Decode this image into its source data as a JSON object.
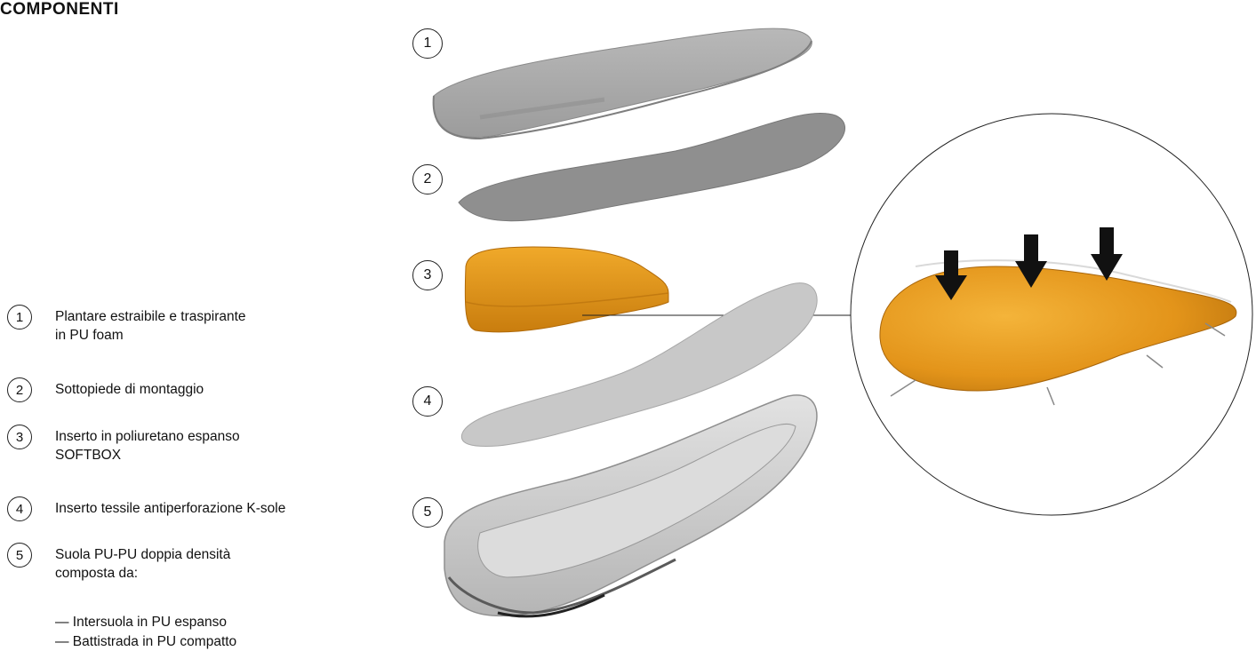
{
  "title": "COMPONENTI",
  "legend": [
    {
      "number": "1",
      "lines": [
        "Plantare estraibile e traspirante",
        "in PU foam"
      ]
    },
    {
      "number": "2",
      "lines": [
        "Sottopiede di montaggio"
      ]
    },
    {
      "number": "3",
      "lines": [
        "Inserto in poliuretano espanso",
        "SOFTBOX"
      ]
    },
    {
      "number": "4",
      "lines": [
        "Inserto tessile antiperforazione K-sole"
      ]
    },
    {
      "number": "5",
      "lines": [
        "Suola PU-PU doppia densità",
        "composta da:"
      ]
    }
  ],
  "sub_items": [
    "— Intersuola in PU espanso",
    "— Battistrada in PU compatto"
  ],
  "diagram_numbers": [
    "1",
    "2",
    "3",
    "4",
    "5"
  ],
  "colors": {
    "insole_gray": "#a9a9a9",
    "footbed_gray": "#8f8f8f",
    "softbox_orange": "#e39a1c",
    "kevlar_gray": "#c9c9c9",
    "sole_gray": "#d0d0d0"
  }
}
